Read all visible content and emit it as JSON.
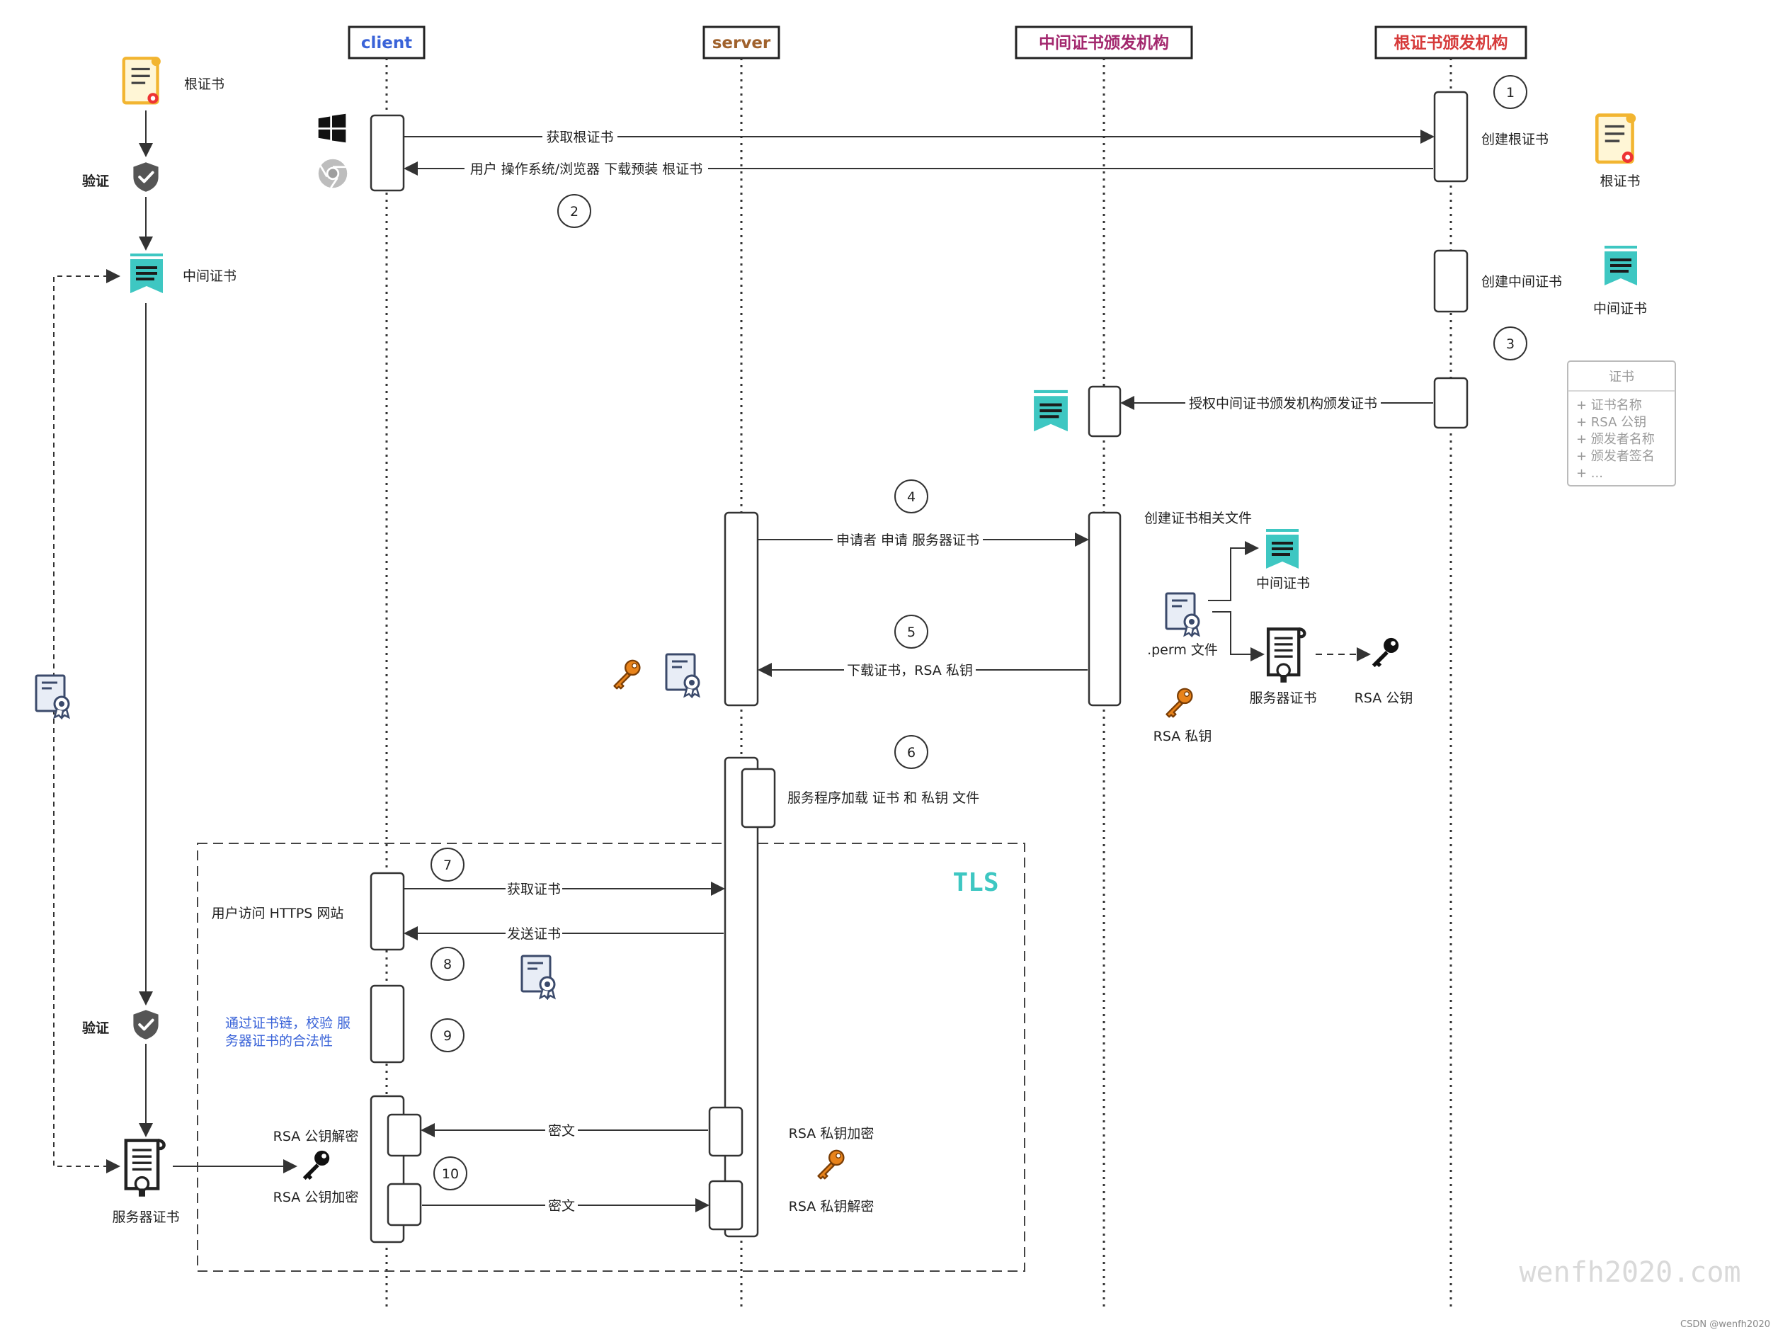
{
  "lifelines": {
    "client": "client",
    "server": "server",
    "intermediate_ca": "中间证书颁发机构",
    "root_ca": "根证书颁发机构"
  },
  "colors": {
    "client": "#3a63d8",
    "server": "#a0622d",
    "intermediate_ca": "#a3286e",
    "root_ca": "#d63a3a",
    "teal": "#3ec7c2",
    "key_orange": "#e8831b",
    "note_blue": "#3a63d8"
  },
  "left_chain": {
    "root_cert": "根证书",
    "verify_top": "验证",
    "intermediate_cert": "中间证书",
    "verify_bottom": "验证",
    "server_cert": "服务器证书"
  },
  "steps": [
    "1",
    "2",
    "3",
    "4",
    "5",
    "6",
    "7",
    "8",
    "9",
    "10"
  ],
  "messages": {
    "get_root": "获取根证书",
    "download_root": "用户 操作系统/浏览器 下载预装 根证书",
    "authorize_intermediate": "授权中间证书颁发机构颁发证书",
    "apply_server_cert": "申请者 申请 服务器证书",
    "download_cert_key": "下载证书，RSA 私钥",
    "get_cert": "获取证书",
    "send_cert": "发送证书",
    "cipher_1": "密文",
    "cipher_2": "密文"
  },
  "notes": {
    "create_root": "创建根证书",
    "root_cert": "根证书",
    "create_intermediate": "创建中间证书",
    "intermediate_cert": "中间证书",
    "create_files": "创建证书相关文件",
    "files_intermediate": "中间证书",
    "perm_file": ".perm 文件",
    "server_cert": "服务器证书",
    "rsa_public": "RSA 公钥",
    "rsa_private": "RSA 私钥",
    "server_load": "服务程序加载 证书 和 私钥 文件",
    "user_visit": "用户访问 HTTPS 网站",
    "chain_verify_1": "通过证书链，校验 服",
    "chain_verify_2": "务器证书的合法性",
    "rsa_pub_decrypt": "RSA 公钥解密",
    "rsa_pub_encrypt": "RSA 公钥加密",
    "rsa_priv_encrypt": "RSA 私钥加密",
    "rsa_priv_decrypt": "RSA 私钥解密"
  },
  "legend": {
    "title": "证书",
    "items": [
      "+ 证书名称",
      "+ RSA 公钥",
      "+ 颁发者名称",
      "+ 颁发者签名",
      "+ ..."
    ]
  },
  "tls_label": "TLS",
  "watermark": "wenfh2020.com",
  "credit": "CSDN @wenfh2020",
  "icons": [
    "root-cert-icon",
    "shield-check-icon",
    "ribbon-cert-icon",
    "certificate-icon",
    "server-cert-scroll-icon",
    "key-icon",
    "windows-logo-icon",
    "chrome-logo-icon"
  ]
}
